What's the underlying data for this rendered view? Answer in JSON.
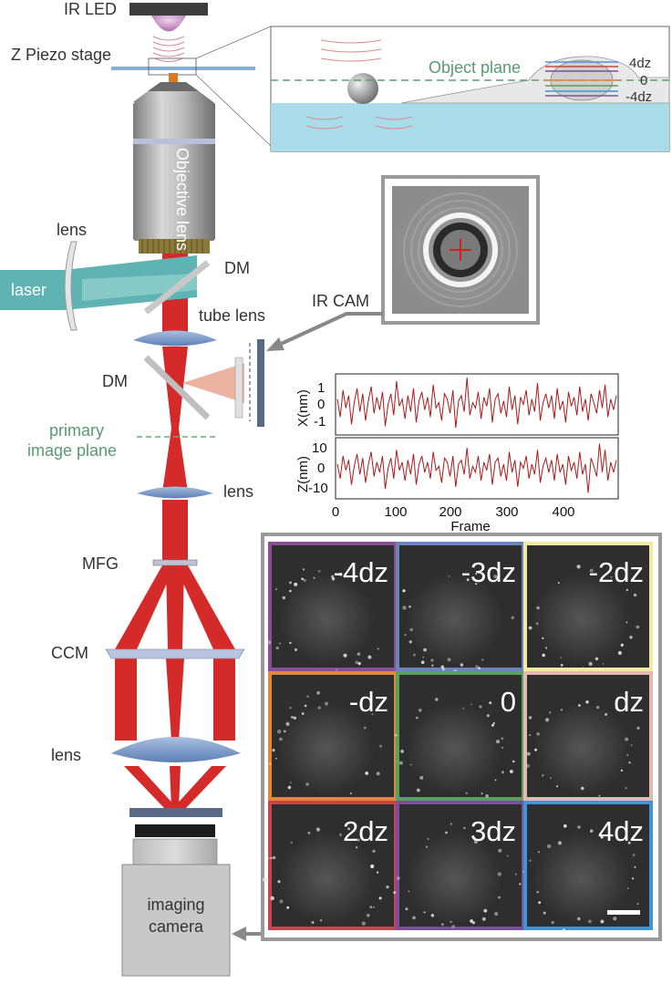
{
  "labels": {
    "ir_led": "IR LED",
    "z_piezo": "Z Piezo stage",
    "objective_lens": "Objective lens",
    "lens_laser": "lens",
    "laser": "laser",
    "dm_upper": "DM",
    "tube_lens": "tube lens",
    "dm_lower": "DM",
    "primary_image_plane_1": "primary",
    "primary_image_plane_2": "image plane",
    "lens_mid": "lens",
    "mfg": "MFG",
    "ccm": "CCM",
    "lens_bottom": "lens",
    "camera_1": "imaging",
    "camera_2": "camera",
    "ir_cam": "IR CAM"
  },
  "inset": {
    "object_plane": "Object plane",
    "planes": [
      "4dz",
      "0",
      "-4dz"
    ]
  },
  "tiles": [
    {
      "label": "-4dz",
      "color": "#8a4f93"
    },
    {
      "label": "-3dz",
      "color": "#6a86b8"
    },
    {
      "label": "-2dz",
      "color": "#f3e9a2"
    },
    {
      "label": "-dz",
      "color": "#e0893a"
    },
    {
      "label": "0",
      "color": "#5aa05e"
    },
    {
      "label": "dz",
      "color": "#e8b7b4"
    },
    {
      "label": "2dz",
      "color": "#c9454d"
    },
    {
      "label": "3dz",
      "color": "#7a4e98"
    },
    {
      "label": "4dz",
      "color": "#3e96d8"
    }
  ],
  "chart_data": [
    {
      "type": "line",
      "title": "",
      "xlabel": "",
      "ylabel": "X(nm)",
      "ylim": [
        -1.6,
        1.6
      ],
      "yticks": [
        "1",
        "0",
        "-1"
      ],
      "xlim": [
        0,
        500
      ],
      "grid": false,
      "series_color": "#b01818",
      "series": [
        {
          "values": [
            0.3,
            -0.7,
            0.8,
            -0.2,
            0.5,
            -1.1,
            0.1,
            0.9,
            -0.4,
            0.6,
            -0.9,
            0.2,
            1.0,
            -0.5,
            0.4,
            -0.3,
            0.7,
            -1.2,
            0.0,
            0.6,
            -0.6,
            1.3,
            -0.1,
            0.3,
            -0.8,
            0.5,
            -0.4,
            0.9,
            -1.0,
            0.2,
            0.7,
            -0.3,
            0.4,
            -0.7,
            1.1,
            -0.2,
            0.1,
            -0.9,
            0.6,
            0.3,
            -0.5,
            0.8,
            -1.3,
            0.2,
            0.5,
            -0.4,
            1.5,
            -0.6,
            0.1,
            -0.2,
            0.7,
            -0.8,
            0.4,
            -0.1,
            0.9,
            -1.0,
            0.3,
            0.6,
            -0.5,
            0.2,
            -0.7,
            1.0,
            -0.3,
            0.5,
            -1.1,
            0.4,
            0.0,
            0.8,
            -0.6,
            0.3,
            -0.4,
            1.2,
            -0.9,
            0.1,
            0.6,
            -0.2,
            0.5,
            -0.8,
            0.9,
            -0.3,
            0.2,
            -1.0,
            0.7,
            -0.1,
            0.4,
            -0.6,
            1.0,
            -0.4,
            0.3,
            -0.9,
            0.6,
            0.1,
            -0.5,
            0.8,
            -0.2,
            1.1,
            -0.7,
            0.3,
            -0.3,
            0.5
          ]
        }
      ]
    },
    {
      "type": "line",
      "title": "",
      "xlabel": "Frame",
      "ylabel": "Z(nm)",
      "ylim": [
        -14,
        14
      ],
      "yticks": [
        "10",
        "0",
        "-10"
      ],
      "xlim": [
        0,
        500
      ],
      "xticks": [
        "0",
        "100",
        "200",
        "300",
        "400"
      ],
      "grid": false,
      "series_color": "#b01818",
      "series": [
        {
          "values": [
            2,
            -5,
            6,
            -1,
            4,
            -8,
            1,
            7,
            -3,
            5,
            -7,
            2,
            8,
            -4,
            3,
            -2,
            6,
            -10,
            0,
            5,
            -5,
            9,
            -1,
            3,
            -6,
            4,
            -3,
            7,
            -8,
            2,
            6,
            -2,
            3,
            -5,
            8,
            -1,
            1,
            -7,
            5,
            3,
            -4,
            6,
            -9,
            2,
            4,
            -3,
            10,
            -5,
            1,
            -2,
            6,
            -6,
            3,
            -1,
            7,
            -8,
            3,
            5,
            -4,
            2,
            -6,
            8,
            -2,
            4,
            -9,
            3,
            0,
            6,
            -5,
            2,
            -3,
            9,
            -7,
            1,
            5,
            -2,
            4,
            -6,
            7,
            -2,
            2,
            -8,
            6,
            -1,
            3,
            -5,
            8,
            -3,
            2,
            -12,
            5,
            1,
            -4,
            12,
            -2,
            9,
            -6,
            3,
            -2,
            4
          ]
        }
      ]
    }
  ]
}
